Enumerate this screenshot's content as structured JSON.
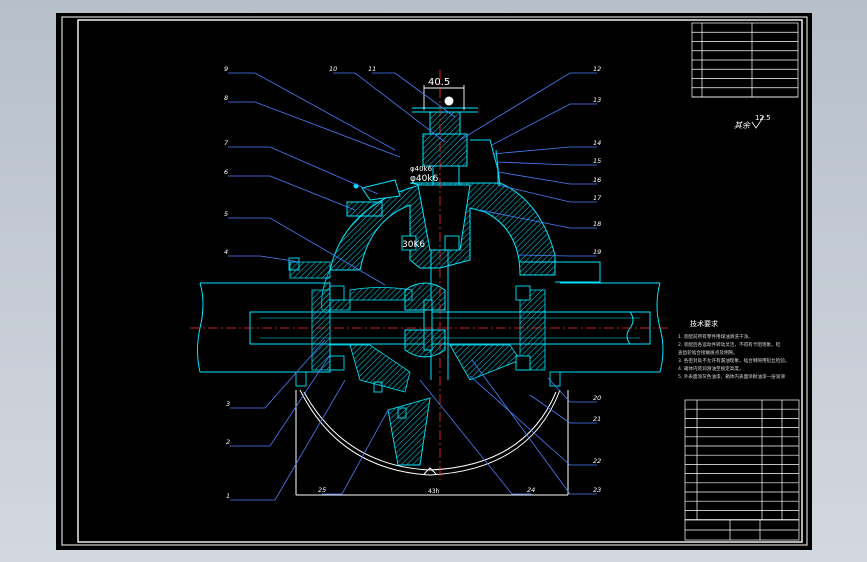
{
  "drawing": {
    "colors": {
      "frame": "#ffffff",
      "part_outline": "#00e5ff",
      "section_hatch": "#00bcd4",
      "leader": "#4a7fff",
      "centerline": "#ff3030",
      "dimension": "#ffffff",
      "note": "#d8d8d8",
      "background": "#000000"
    },
    "part_numbers": [
      "1",
      "2",
      "3",
      "4",
      "5",
      "6",
      "7",
      "8",
      "9",
      "10",
      "11",
      "12",
      "13",
      "14",
      "15",
      "16",
      "17",
      "18",
      "19",
      "20",
      "21",
      "22",
      "23",
      "24",
      "25"
    ],
    "dimensions": {
      "top": "40.5",
      "fit_upper": "φ40k6",
      "fit_lower": "φ40k6",
      "bearing": "30K6",
      "bottom": "43h"
    },
    "roughness": {
      "label": "其余",
      "value": "12.5"
    },
    "tech_requirements": {
      "title": "技术要求",
      "lines": [
        "1. 装配前所有零件用煤油清洗干净。",
        "2. 装配后各运动件转动灵活，不得有卡阻现象。检",
        "查齿轮啮合接触斑点及侧隙。",
        "3. 各密封处不允许有漏油现象，啮合侧隙用铅丝检验。",
        "4. 箱体内装润滑油至规定高度。",
        "5. 外表面涂灰色油漆，箱体内表面涂耐油漆一层润滑"
      ]
    }
  }
}
